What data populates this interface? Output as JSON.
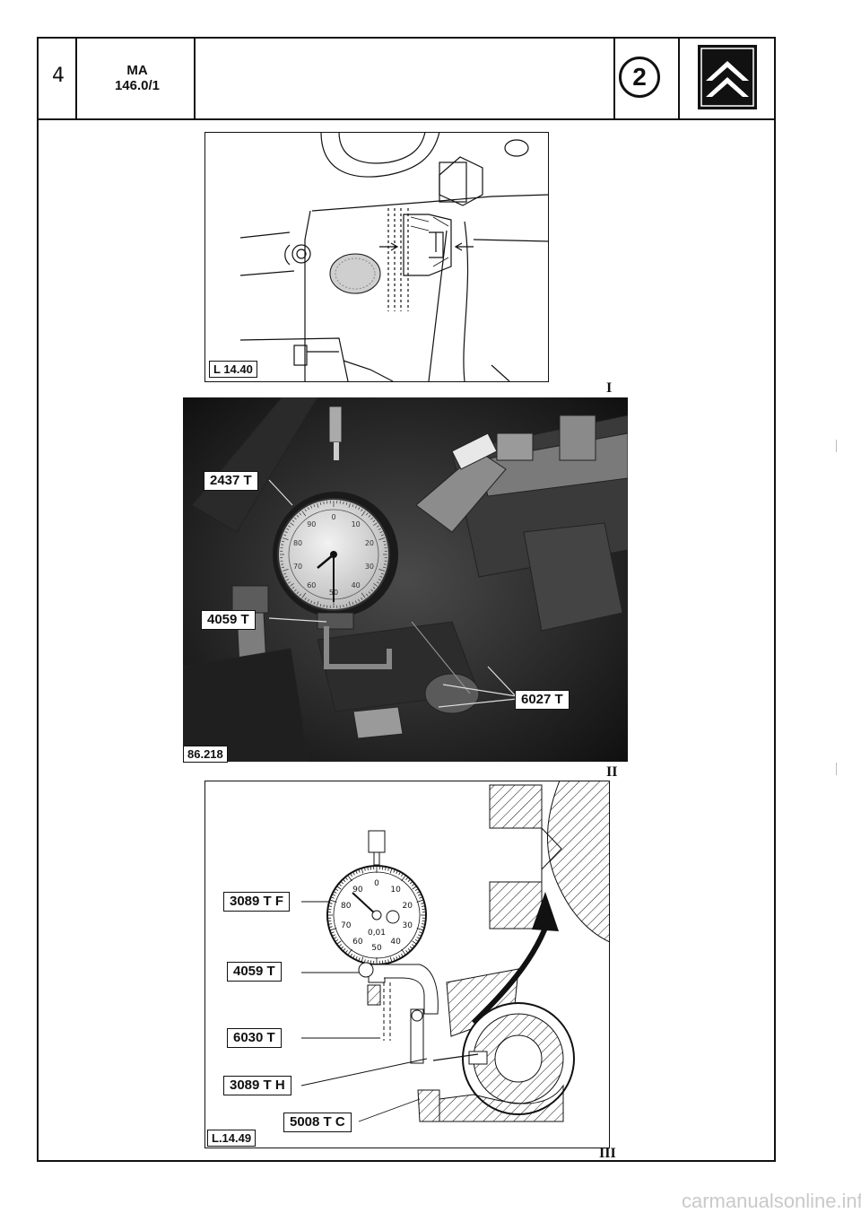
{
  "header": {
    "page_number": "4",
    "ref_line1": "MA",
    "ref_line2": "146.0/1",
    "badge": "2"
  },
  "figures": [
    {
      "id": "L 14.40",
      "roman": "I"
    },
    {
      "id": "86.218",
      "roman": "II",
      "tags": [
        "2437 T",
        "4059 T",
        "6027 T"
      ],
      "dial_numbers": [
        "0",
        "10",
        "20",
        "30",
        "40",
        "50",
        "60",
        "70",
        "80",
        "90"
      ]
    },
    {
      "id": "L.14.49",
      "roman": "III",
      "tags": [
        "3089 T F",
        "4059 T",
        "6030 T",
        "3089 T H",
        "5008 T C"
      ],
      "dial_numbers": [
        "10",
        "20",
        "30",
        "40",
        "50",
        "60",
        "70",
        "80",
        "90",
        "0,01"
      ]
    }
  ],
  "footer": "carmanualsonline.info"
}
